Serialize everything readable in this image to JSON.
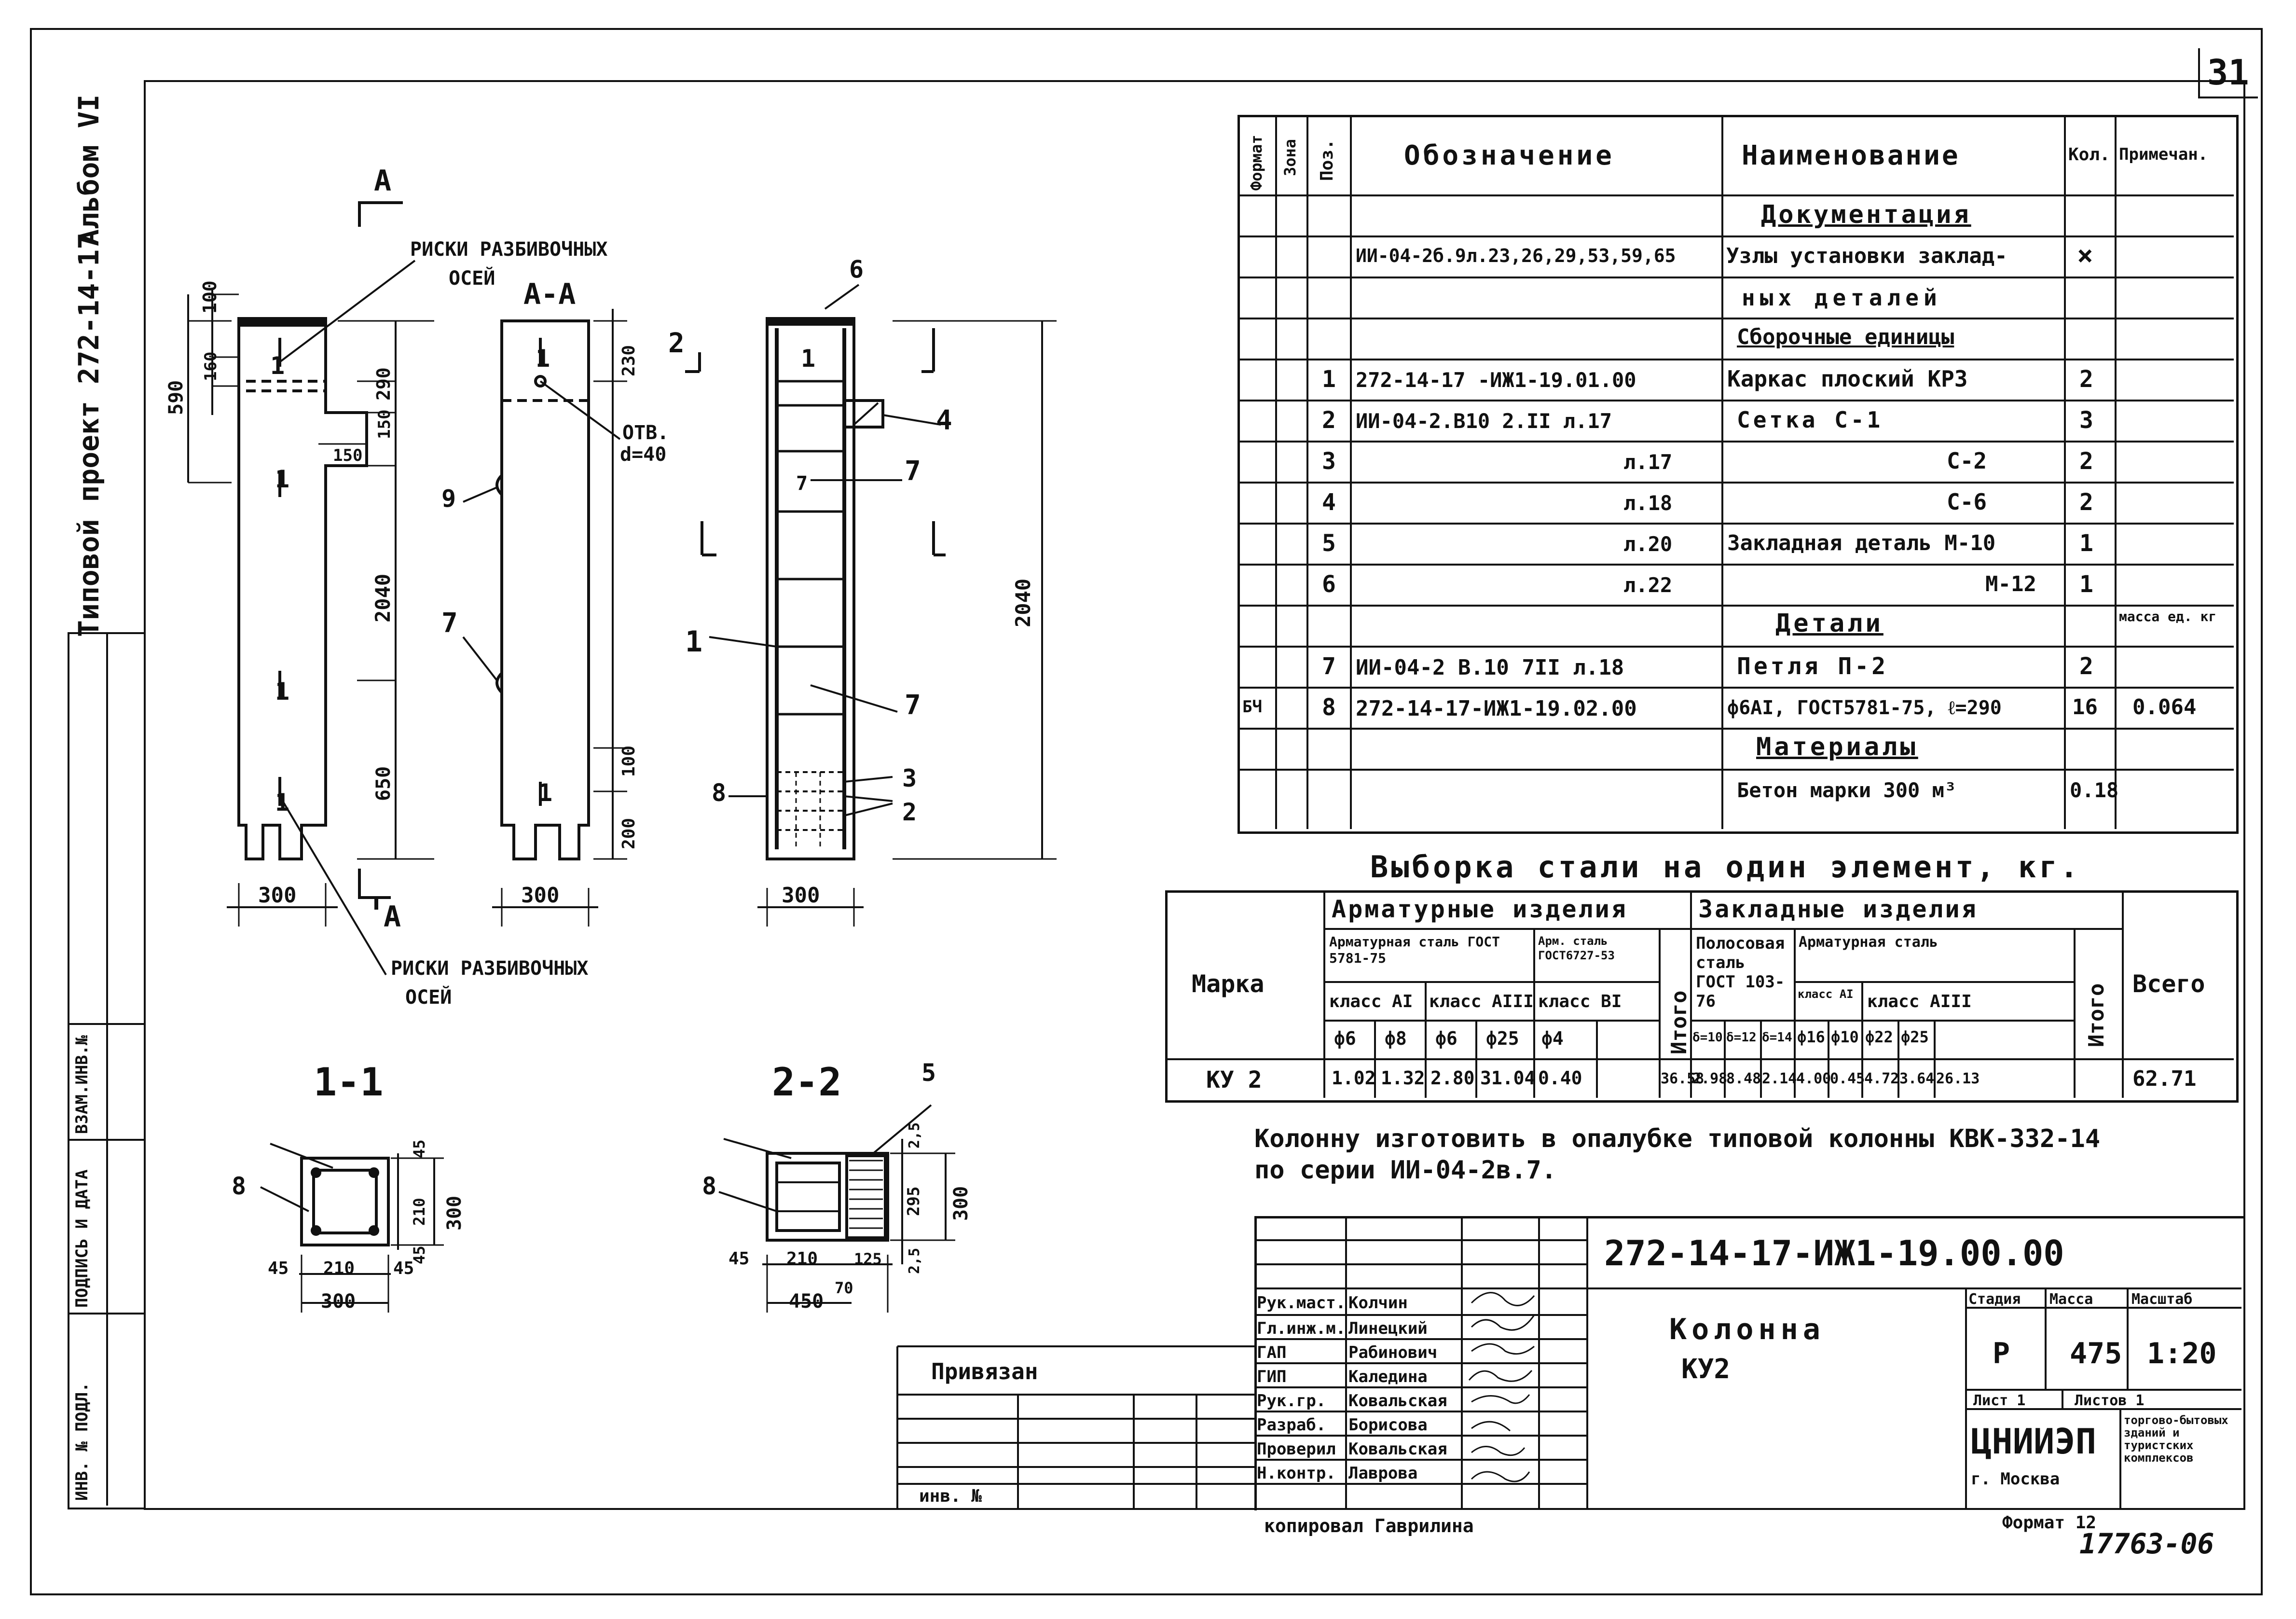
{
  "sheet_number": "31",
  "margin_text": {
    "project": "Типовой проект 272-14-17",
    "album": "Альбом VI",
    "stamp_cols": [
      "ИНВ. № ПОДЛ.",
      "ПОДПИСЬ И ДАТА",
      "ВЗАМ.ИНВ.№"
    ]
  },
  "drawings": {
    "notch_top": "РИСКИ РАЗБИВОЧНЫХ ОСЕЙ",
    "notch_bottom": "РИСКИ РАЗБИВОЧНЫХ ОСЕЙ",
    "section_aa": "А-А",
    "mark_a_top": "А",
    "mark_a_bottom": "А",
    "section_11": "1-1",
    "section_22": "2-2",
    "hole": "ОТВ.",
    "hole_d": "d=40",
    "dims": {
      "d100": "100",
      "d590": "590",
      "d160": "160",
      "d290": "290",
      "d150a": "150",
      "d150b": "150",
      "d2040a": "2040",
      "d650": "650",
      "d300a": "300",
      "d230": "230",
      "d100b": "100",
      "d200": "200",
      "d300b": "300",
      "d2040b": "2040",
      "d300c": "300",
      "s1_45a": "45",
      "s1_210a": "210",
      "s1_45b": "45",
      "s1_300": "300",
      "s1_45c": "45",
      "s1_210b": "210",
      "s1_45d": "45",
      "s1_300b": "300",
      "s2_45": "45",
      "s2_210": "210",
      "s2_125": "125",
      "s2_450": "450",
      "s2_70": "70",
      "s2_25a": "2,5",
      "s2_295": "295",
      "s2_25b": "2,5",
      "s2_300": "300"
    },
    "pos_labels": [
      "1",
      "1",
      "1",
      "1",
      "1",
      "1",
      "1",
      "1",
      "2",
      "2",
      "3",
      "4",
      "5",
      "6",
      "7",
      "7",
      "7",
      "7",
      "8",
      "8",
      "8",
      "9"
    ]
  },
  "spec_table": {
    "headers": {
      "format": "Формат",
      "zone": "Зона",
      "pos": "Поз.",
      "designation": "Обозначение",
      "name": "Наименование",
      "qty": "Кол.",
      "note": "Примечан."
    },
    "rows": [
      {
        "fmt": "",
        "pos": "",
        "designation": "",
        "name": "Документация",
        "qty": "",
        "note": "",
        "section": true
      },
      {
        "fmt": "",
        "pos": "",
        "designation": "ИИ-04-2б.9л.23,26,29,53,59,65",
        "name": "Узлы установки заклад-",
        "qty": "×",
        "note": ""
      },
      {
        "fmt": "",
        "pos": "",
        "designation": "",
        "name": "ных деталей",
        "qty": "",
        "note": ""
      },
      {
        "fmt": "",
        "pos": "",
        "designation": "",
        "name": "Сборочные единицы",
        "qty": "",
        "note": "",
        "section": true
      },
      {
        "fmt": "",
        "pos": "1",
        "designation": "272-14-17 -ИЖ1-19.01.00",
        "name": "Каркас плоский КР3",
        "qty": "2",
        "note": ""
      },
      {
        "fmt": "",
        "pos": "2",
        "designation": "ИИ-04-2.В10 2.II л.17",
        "name": "Сетка С-1",
        "qty": "3",
        "note": ""
      },
      {
        "fmt": "",
        "pos": "3",
        "designation": "л.17",
        "name": "С-2",
        "qty": "2",
        "note": ""
      },
      {
        "fmt": "",
        "pos": "4",
        "designation": "л.18",
        "name": "С-6",
        "qty": "2",
        "note": ""
      },
      {
        "fmt": "",
        "pos": "5",
        "designation": "л.20",
        "name": "Закладная деталь М-10",
        "qty": "1",
        "note": ""
      },
      {
        "fmt": "",
        "pos": "6",
        "designation": "л.22",
        "name": "М-12",
        "qty": "1",
        "note": ""
      },
      {
        "fmt": "",
        "pos": "",
        "designation": "",
        "name": "Детали",
        "qty": "",
        "note": "масса ед. кг",
        "section": true
      },
      {
        "fmt": "",
        "pos": "7",
        "designation": "ИИ-04-2 В.10 7II л.18",
        "name": "Петля П-2",
        "qty": "2",
        "note": ""
      },
      {
        "fmt": "БЧ",
        "pos": "8",
        "designation": "272-14-17-ИЖ1-19.02.00",
        "name": "ф6АI, ГОСТ5781-75, ℓ=290",
        "qty": "16",
        "note": "0.064"
      },
      {
        "fmt": "",
        "pos": "",
        "designation": "",
        "name": "Материалы",
        "qty": "",
        "note": "",
        "section": true
      },
      {
        "fmt": "",
        "pos": "",
        "designation": "",
        "name": "Бетон марки 300 м³",
        "qty": "0.18",
        "note": ""
      }
    ]
  },
  "steel_table": {
    "title": "Выборка стали на один элемент, кг.",
    "marka": "Марка",
    "armatura": "Арматурные изделия",
    "zaklad": "Закладные изделия",
    "arm_steel": "Арматурная сталь ГОСТ 5781-75",
    "arm_steel2": "Арм. сталь ГОСТ6727-53",
    "polos": "Полосовая сталь ГОСТ 103-76",
    "arm_steel3": "Арматурная сталь",
    "klass_a1": "класс АI",
    "klass_a3": "класс АIII",
    "klass_b1": "класс ВI",
    "klass_a1b": "класс АI",
    "klass_a3b": "класс АIII",
    "itogo": "Итого",
    "itogo2": "Итого",
    "vsego": "Всего",
    "diams": [
      "ф6",
      "ф8",
      "ф6",
      "ф25",
      "ф4",
      "δ=10",
      "δ=12",
      "δ=14",
      "ф16",
      "ф10",
      "ф22",
      "ф25"
    ],
    "row": {
      "mark": "КУ 2",
      "values": [
        "1.02",
        "1.32",
        "2.80",
        "31.04",
        "0.40",
        "36.58",
        "2.98",
        "8.48",
        "2.14",
        "4.00",
        "0.45",
        "4.72",
        "3.64",
        "26.13",
        "62.71"
      ]
    }
  },
  "note_text": [
    "Колонну изготовить в опалубке типовой колонны КВК-332-14",
    "по серии ИИ-04-2в.7."
  ],
  "title_block": {
    "code": "272-14-17-ИЖ1-19.00.00",
    "name1": "Колонна",
    "name2": "КУ2",
    "stage_h": "Стадия",
    "mass_h": "Масса",
    "scale_h": "Масштаб",
    "stage": "Р",
    "mass": "475",
    "scale": "1:20",
    "sheet": "Лист 1",
    "sheets": "Листов 1",
    "org": "ЦНИИЭП",
    "city": "г. Москва",
    "org_sub": "торгово-бытовых зданий и туристских комплексов",
    "format": "Формат 12",
    "stamp_num": "17763-06",
    "copied": "копировал Гаврилина",
    "privyazan": "Привязан",
    "inv": "инв. №",
    "roles": [
      {
        "role": "Рук.маст.",
        "name": "Колчин"
      },
      {
        "role": "Гл.инж.м.",
        "name": "Линецкий"
      },
      {
        "role": "ГАП",
        "name": "Рабинович"
      },
      {
        "role": "ГИП",
        "name": "Каледина"
      },
      {
        "role": "Рук.гр.",
        "name": "Ковальская"
      },
      {
        "role": "Разраб.",
        "name": "Борисова"
      },
      {
        "role": "Проверил",
        "name": "Ковальская"
      },
      {
        "role": "Н.контр.",
        "name": "Лаврова"
      }
    ]
  }
}
